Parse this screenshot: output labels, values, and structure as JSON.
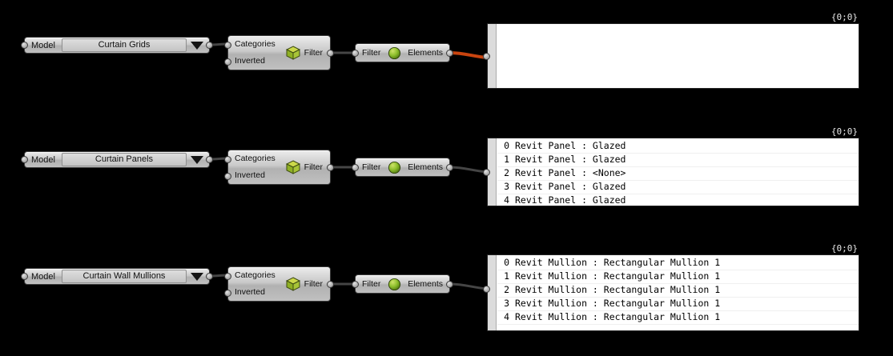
{
  "colors": {
    "wire_warning": "#c9440f",
    "wire_normal": "#454545",
    "icon_green": "#84b819"
  },
  "rows": [
    {
      "model": {
        "label": "Model",
        "value": "Curtain Grids"
      },
      "filter_component": {
        "input_top": "Categories",
        "input_bottom": "Inverted",
        "output": "Filter"
      },
      "elements_component": {
        "input": "Filter",
        "output": "Elements"
      },
      "panel": {
        "path": "{0;0}",
        "lines": []
      }
    },
    {
      "model": {
        "label": "Model",
        "value": "Curtain Panels"
      },
      "filter_component": {
        "input_top": "Categories",
        "input_bottom": "Inverted",
        "output": "Filter"
      },
      "elements_component": {
        "input": "Filter",
        "output": "Elements"
      },
      "panel": {
        "path": "{0;0}",
        "lines": [
          {
            "index": "0",
            "text": "Revit Panel : Glazed"
          },
          {
            "index": "1",
            "text": "Revit Panel : Glazed"
          },
          {
            "index": "2",
            "text": "Revit Panel : <None>"
          },
          {
            "index": "3",
            "text": "Revit Panel : Glazed"
          },
          {
            "index": "4",
            "text": "Revit Panel : Glazed"
          }
        ]
      }
    },
    {
      "model": {
        "label": "Model",
        "value": "Curtain Wall Mullions"
      },
      "filter_component": {
        "input_top": "Categories",
        "input_bottom": "Inverted",
        "output": "Filter"
      },
      "elements_component": {
        "input": "Filter",
        "output": "Elements"
      },
      "panel": {
        "path": "{0;0}",
        "lines": [
          {
            "index": "0",
            "text": "Revit Mullion : Rectangular Mullion 1"
          },
          {
            "index": "1",
            "text": "Revit Mullion : Rectangular Mullion 1"
          },
          {
            "index": "2",
            "text": "Revit Mullion : Rectangular Mullion 1"
          },
          {
            "index": "3",
            "text": "Revit Mullion : Rectangular Mullion 1"
          },
          {
            "index": "4",
            "text": "Revit Mullion : Rectangular Mullion 1"
          }
        ]
      }
    }
  ]
}
